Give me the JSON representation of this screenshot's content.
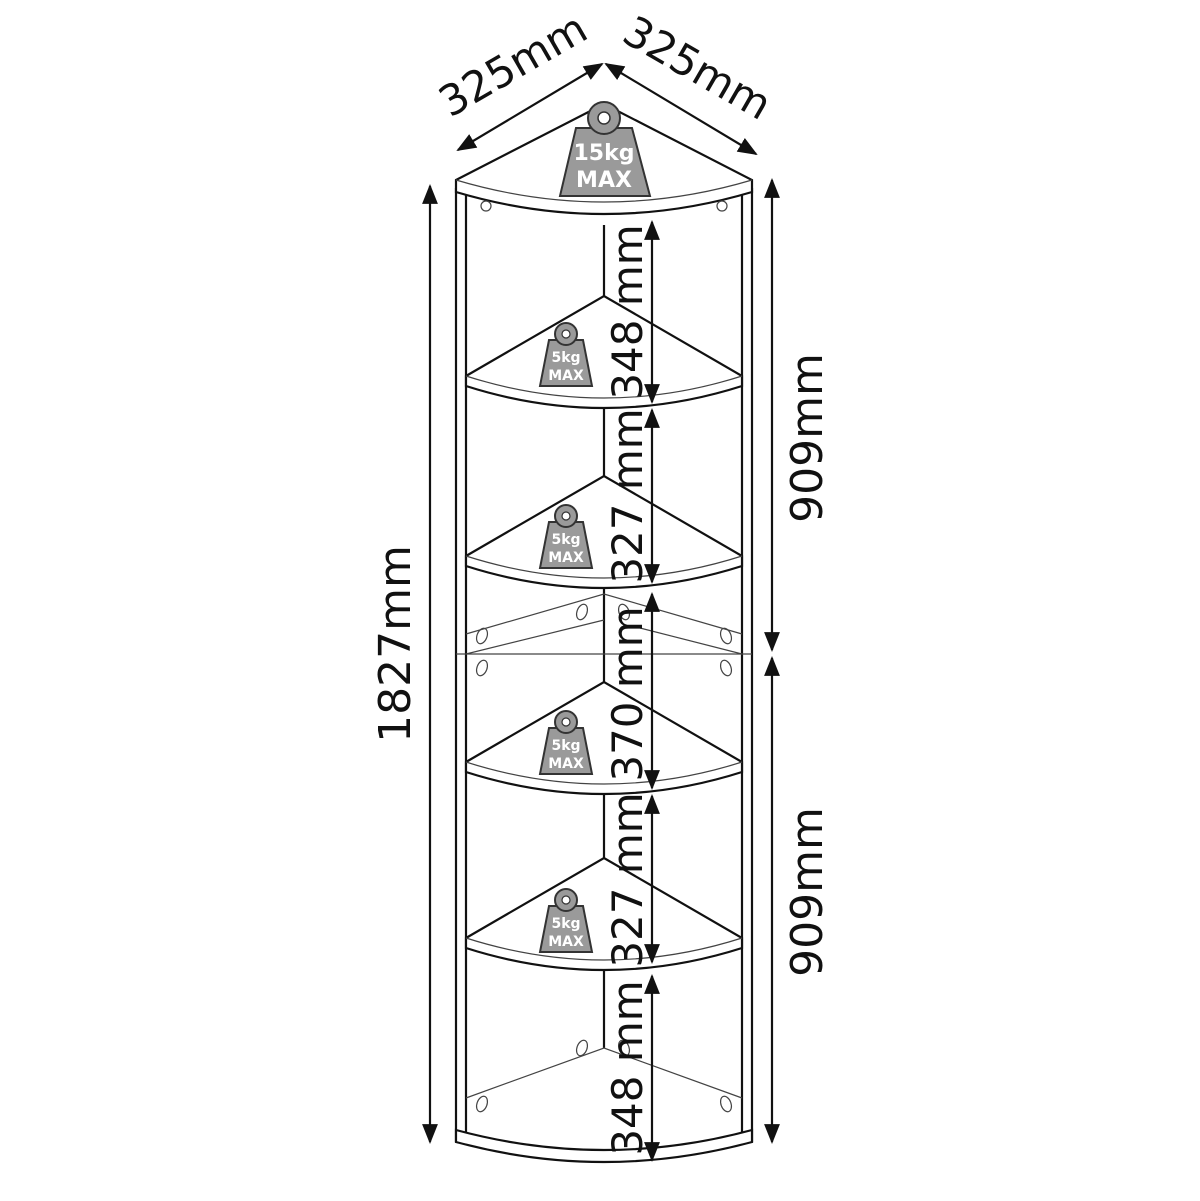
{
  "dimensions": {
    "depth_left": "325mm",
    "depth_right": "325mm",
    "total_height": "1827mm",
    "upper_unit_height": "909mm",
    "lower_unit_height": "909mm",
    "gap_1": "348 mm",
    "gap_2": "327 mm",
    "gap_3": "370 mm",
    "gap_4": "327 mm",
    "gap_5": "348 mm"
  },
  "weights": {
    "top_line1": "15kg",
    "top_line2": "MAX",
    "shelf_line1": "5kg",
    "shelf_line2": "MAX"
  },
  "colors": {
    "line": "#111111",
    "weight_fill": "#9a9a9a"
  }
}
